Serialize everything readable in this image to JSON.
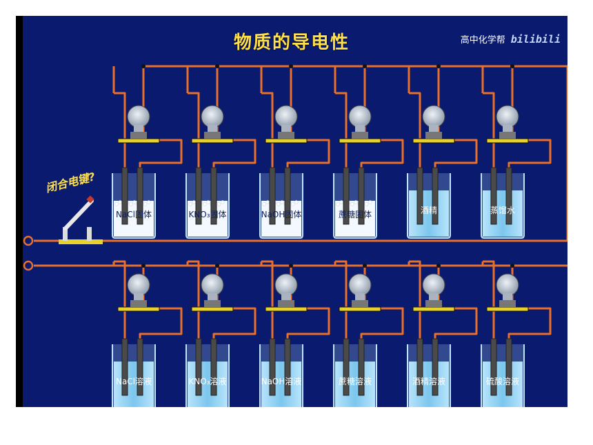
{
  "header": {
    "title": "物质的导电性",
    "channel": "高中化学帮",
    "logo": "bilibili"
  },
  "switch": {
    "label": "闭合电键?"
  },
  "top_row": [
    {
      "label": "NaCl固体",
      "state": "solid"
    },
    {
      "label": "KNO₃固体",
      "state": "solid"
    },
    {
      "label": "NaOH固体",
      "state": "solid"
    },
    {
      "label": "蔗糖固体",
      "state": "solid"
    },
    {
      "label": "酒精",
      "state": "liquid"
    },
    {
      "label": "蒸馏水",
      "state": "liquid"
    }
  ],
  "bottom_row": [
    {
      "label": "NaCl溶液",
      "state": "liquid"
    },
    {
      "label": "KNO₃溶液",
      "state": "liquid"
    },
    {
      "label": "NaOH溶液",
      "state": "liquid"
    },
    {
      "label": "蔗糖溶液",
      "state": "liquid"
    },
    {
      "label": "酒精溶液",
      "state": "liquid"
    },
    {
      "label": "硫酸溶液",
      "state": "liquid"
    }
  ],
  "colors": {
    "background": "#0a1a6e",
    "wire": "#e8702a",
    "title": "#ffe04a",
    "liquid": "#8fd0f2",
    "solid": "#f4f8ff",
    "electrode": "#4a4a4a"
  }
}
